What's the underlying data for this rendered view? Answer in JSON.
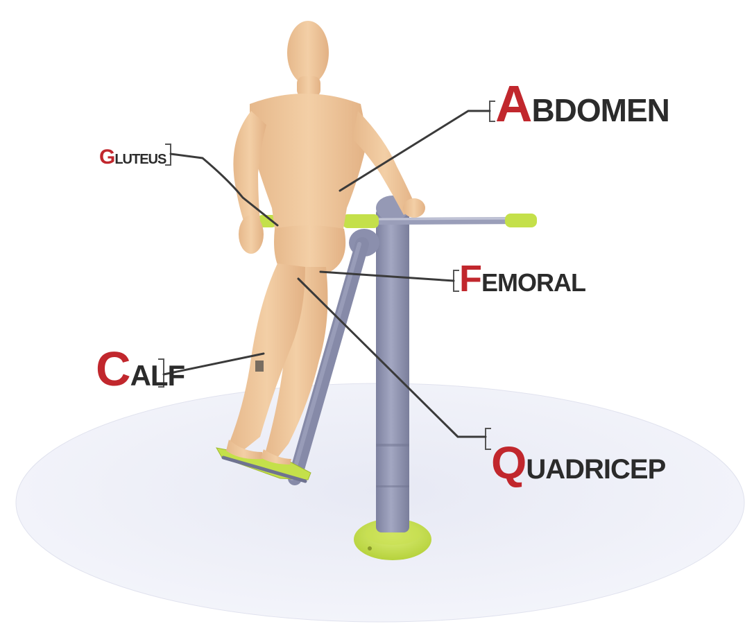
{
  "labels": {
    "abdomen": {
      "first": "A",
      "rest": "BDOMEN"
    },
    "gluteus": {
      "first": "G",
      "rest": "LUTEUS"
    },
    "femoral": {
      "first": "F",
      "rest": "EMORAL"
    },
    "calf": {
      "first": "C",
      "rest": "ALF"
    },
    "quadricep": {
      "first": "Q",
      "rest": "UADRICEP"
    }
  },
  "colors": {
    "label_initial": "#c1272d",
    "label_text": "#2b2b2b",
    "platform": "#eef0f8",
    "machine_gray": "#8e92b0",
    "accent_green": "#c4e04a",
    "skin": "#f1c9a0"
  }
}
